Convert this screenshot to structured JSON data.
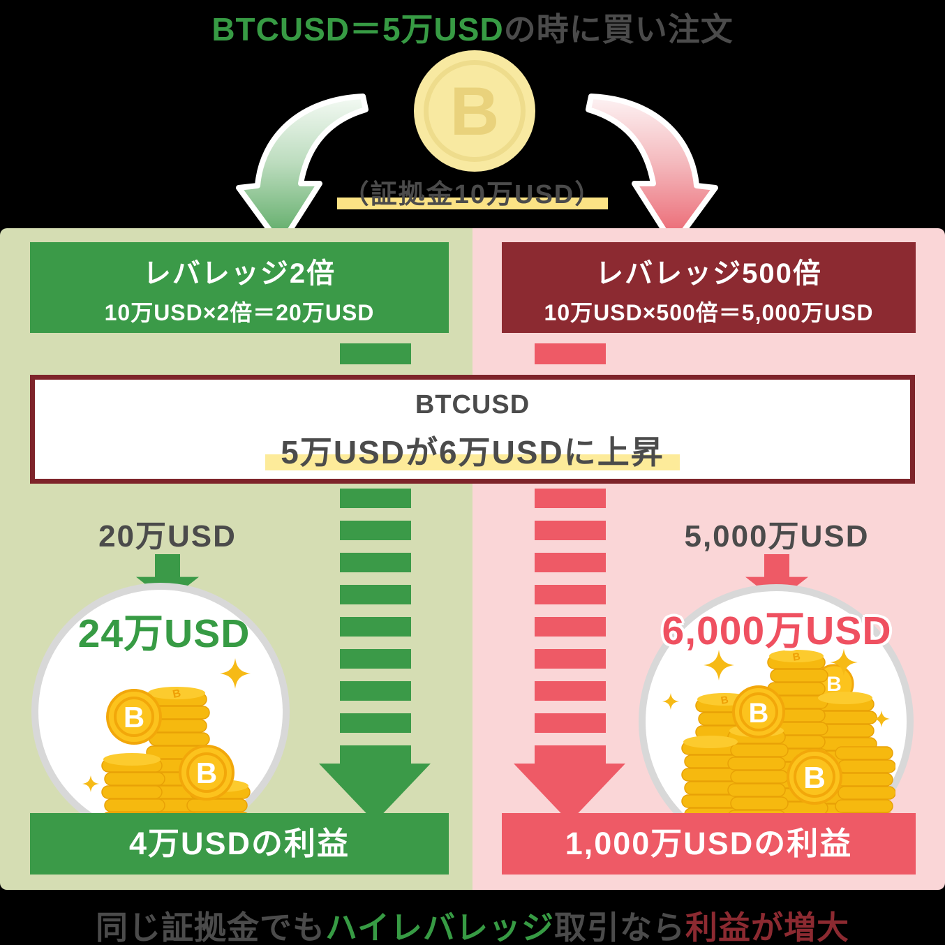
{
  "title": {
    "highlight": "BTCUSD＝5万USD",
    "rest": "の時に買い注文"
  },
  "margin_note": "（証拠金10万USD）",
  "bitcoin_symbol": "B",
  "mid_box": {
    "line1": "BTCUSD",
    "line2": "5万USDが6万USDに上昇"
  },
  "left": {
    "header_title": "レバレッジ2倍",
    "header_formula": "10万USD×2倍＝20万USD",
    "before_amount": "20万USD",
    "after_amount": "24万USD",
    "profit": "4万USDの利益"
  },
  "right": {
    "header_title": "レバレッジ500倍",
    "header_formula": "10万USD×500倍＝5,000万USD",
    "before_amount": "5,000万USD",
    "after_amount": "6,000万USD",
    "profit": "1,000万USDの利益"
  },
  "caption": {
    "part1": "同じ証拠金でも",
    "part2": "ハイレバレッジ",
    "part3": "取引なら",
    "part4": "利益が増大"
  },
  "colors": {
    "green": "#3b9a48",
    "text-green": "#379b44",
    "red": "#ee5a66",
    "after-red": "#ef5060",
    "maroon": "#8c2a31",
    "border-maroon": "#7e242a",
    "olive": "#d5ddb3",
    "pink": "#fad6d7",
    "hl-yellow": "#fbe385",
    "hl-pale": "#fdeb9a",
    "gray": "#4b4b4b",
    "circle-border": "#d8d8d8",
    "coin-pale": "#f8e9a1",
    "coin-ring": "#eedc8c",
    "coin-b": "#e9d27c",
    "gold": "#f6b90f",
    "gold-light": "#fccb2e",
    "gold-face": "#fcc31d",
    "sparkle": "#f6ba16"
  }
}
